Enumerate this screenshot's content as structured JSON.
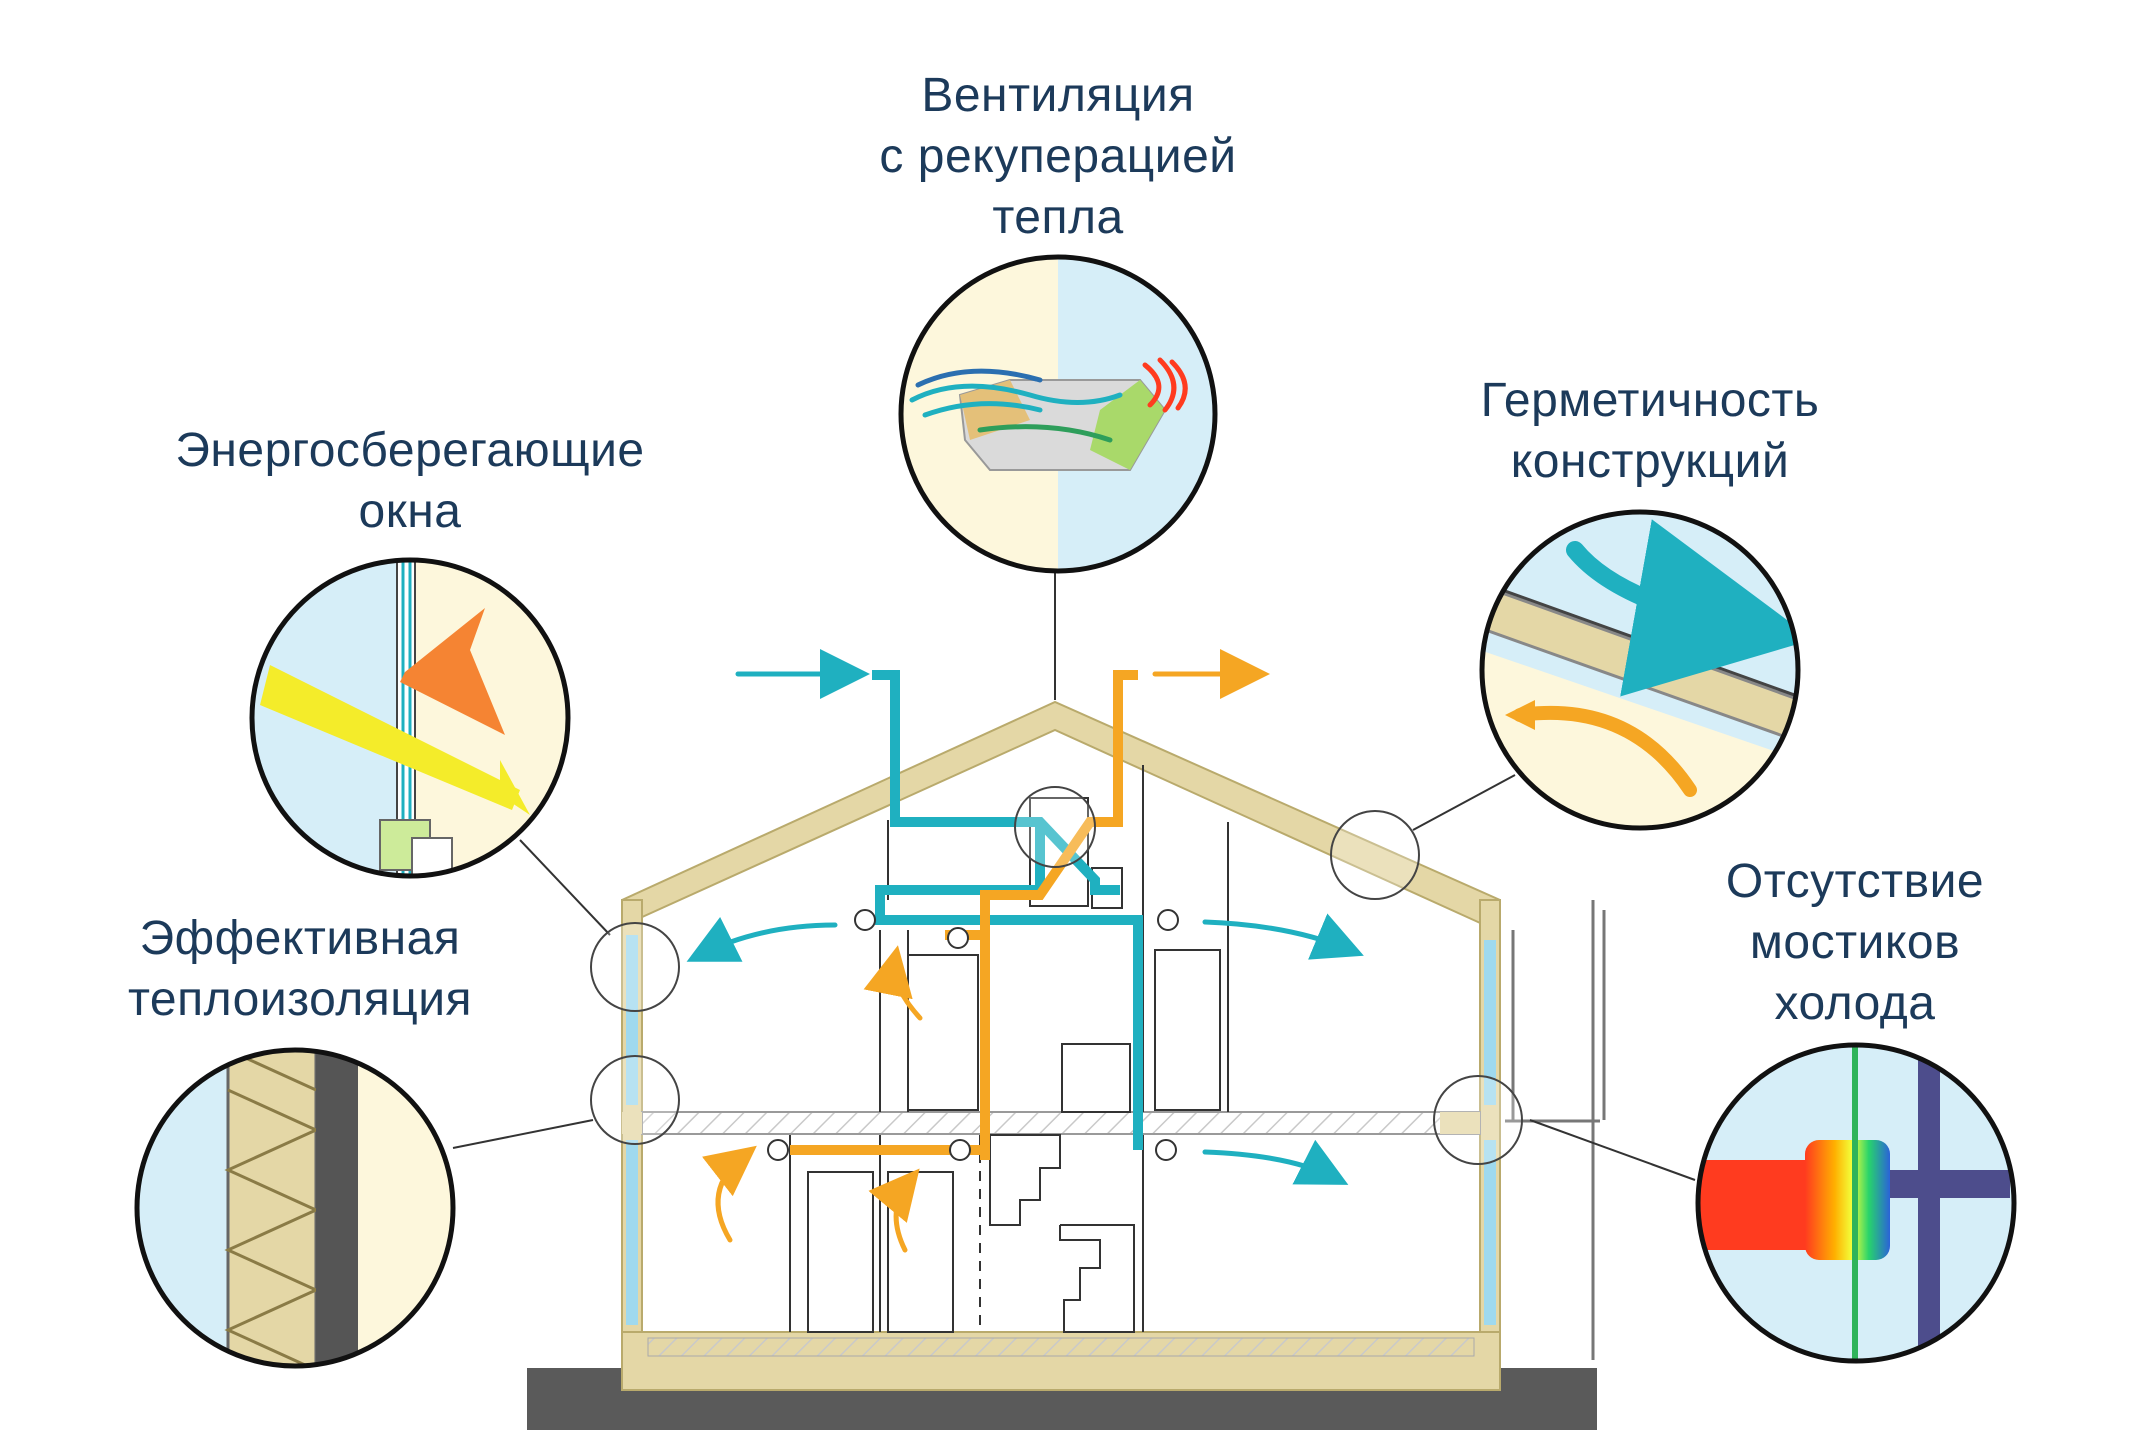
{
  "colors": {
    "text": "#1c3a5a",
    "supply_air": "#1fb0c0",
    "exhaust_air": "#f5a623",
    "insulation": "#e4d7a6",
    "ground": "#5a5a5a",
    "sky_blue": "#d6eef8",
    "cream": "#fdf7dc"
  },
  "labels": {
    "ventilation": {
      "lines": [
        "Вентиляция",
        "с рекуперацией",
        "тепла"
      ]
    },
    "windows": {
      "lines": [
        "Энергосберегающие",
        "окна"
      ]
    },
    "airtight": {
      "lines": [
        "Герметичность",
        "конструкций"
      ]
    },
    "insulation": {
      "lines": [
        "Эффективная",
        "теплоизоляция"
      ]
    },
    "bridges": {
      "lines": [
        "Отсутствие",
        "мостиков",
        "холода"
      ]
    }
  }
}
